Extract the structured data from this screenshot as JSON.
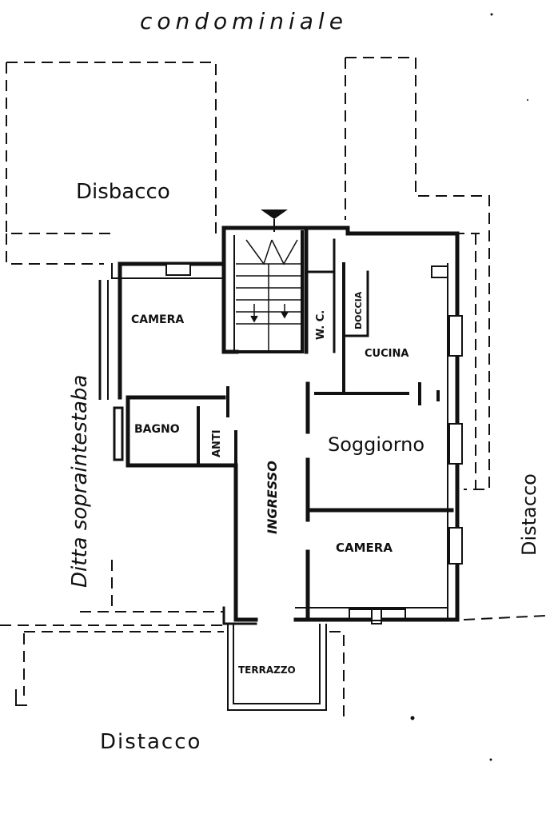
{
  "labels": {
    "condominiale": "condominiale",
    "distacco_top": "Disbacco",
    "ditta_side": "Ditta sopraintestaba",
    "distacco_right": "Distacco",
    "distacco_bottom": "Distacco",
    "camera_nw": "CAMERA",
    "wc": "W. C.",
    "doccia": "DOCCIA",
    "cucina": "CUCINA",
    "bagno": "BAGNO",
    "anti": "ANTI",
    "soggiorno": "Soggiorno",
    "ingresso": "INGRESSO",
    "camera_se": "CAMERA",
    "terrazzo": "TERRAZZO"
  },
  "colors": {
    "ink": "#111111",
    "paper": "#ffffff"
  }
}
